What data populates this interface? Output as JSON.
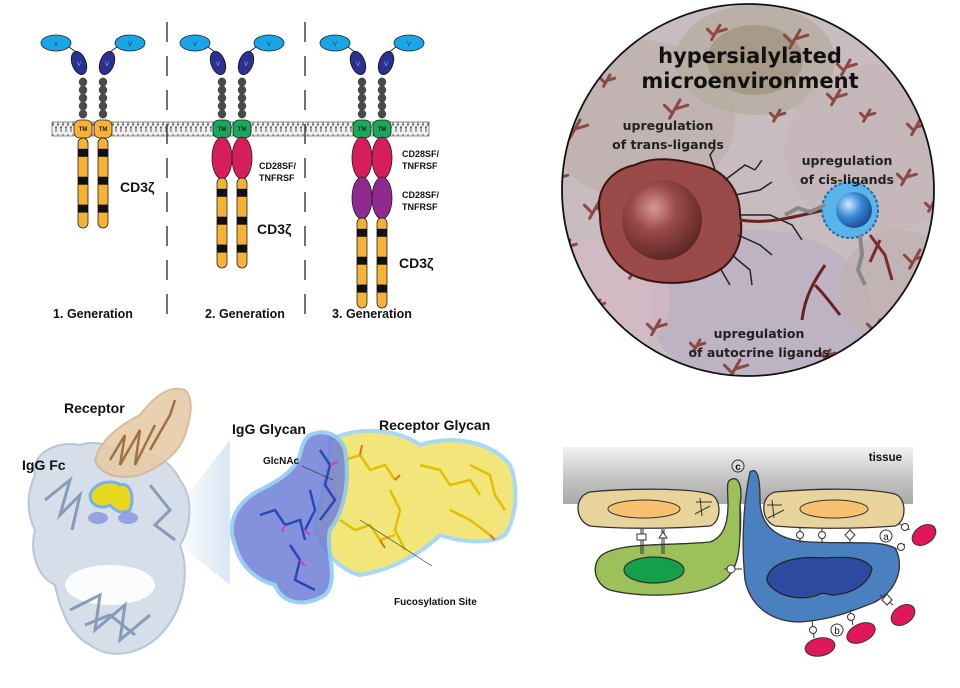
{
  "figure": {
    "panels": {
      "car_generations": {
        "domain_labels": {
          "variable_outer": "V",
          "variable_inner": "V",
          "transmembrane": "TM",
          "costim_1": "CD28SF/\nTNFRSF",
          "costim_line1": "CD28SF/",
          "costim_line2": "TNFRSF",
          "signaling": "CD3ζ"
        },
        "generations": [
          {
            "label": "1. Generation",
            "tm_color": "#f6b137",
            "costim_domains": []
          },
          {
            "label": "2. Generation",
            "tm_color": "#17a85a",
            "costim_domains": [
              "#d61f5a"
            ]
          },
          {
            "label": "3. Generation",
            "tm_color": "#17a85a",
            "costim_domains": [
              "#d61f5a",
              "#8e2a8e"
            ]
          }
        ],
        "colors": {
          "v_outer": "#1aa6e6",
          "v_inner": "#2a3192",
          "hinge": "#4a4a4a",
          "cd3z_fill": "#f6b137",
          "cd3z_band": "#111111"
        }
      },
      "microenvironment": {
        "title_line1": "hypersialylated",
        "title_line2": "microenvironment",
        "labels": [
          {
            "line1": "upregulation",
            "line2": "of trans-ligands"
          },
          {
            "line1": "upregulation",
            "line2": "of cis-ligands"
          },
          {
            "line1": "upregulation",
            "line2": "of autocrine ligands"
          }
        ],
        "colors": {
          "background": "#c9bcc0",
          "tumor_cell": "#9a4a48",
          "immune_cell": "#3aa0e0",
          "sialic_branch": "#8a4a44"
        }
      },
      "igg_structure": {
        "labels": {
          "receptor": "Receptor",
          "igg_fc": "IgG Fc",
          "igg_glycan": "IgG Glycan",
          "receptor_glycan": "Receptor Glycan",
          "glcnac": "GlcNAc",
          "fucosylation": "Fucosylation Site"
        },
        "colors": {
          "receptor": "#c89a68",
          "fc": "#a9bfd9",
          "igg_glycan": "#3a55c8",
          "receptor_glycan": "#e8d820"
        }
      },
      "tissue_interaction": {
        "labels": {
          "tissue": "tissue",
          "marker_a": "a",
          "marker_b": "b",
          "marker_c": "c"
        },
        "colors": {
          "tissue": "#b4b4b4",
          "stromal_cell": "#e8d39a",
          "stromal_nucleus": "#f8c070",
          "green_cell": "#9cc05a",
          "green_nucleus": "#12a04a",
          "blue_cell": "#4a7fc0",
          "blue_nucleus": "#2e4aa0",
          "red_cell": "#e0185a"
        }
      }
    }
  }
}
